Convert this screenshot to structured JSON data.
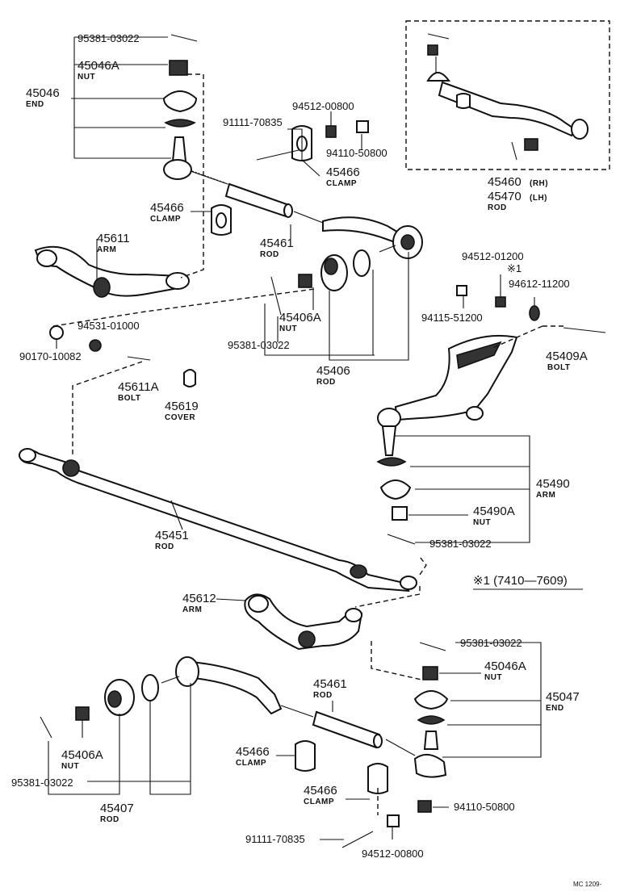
{
  "labels": {
    "l01": {
      "pn": "95381-03022"
    },
    "l02": {
      "pn": "45046A",
      "name": "NUT"
    },
    "l03": {
      "pn": "45046",
      "name": "END"
    },
    "l04": {
      "pn": "94512-00800"
    },
    "l05": {
      "pn": "91111-70835"
    },
    "l06": {
      "pn": "94110-50800"
    },
    "l07": {
      "pn": "45466",
      "name": "CLAMP"
    },
    "l08": {
      "pn": "45466",
      "name": "CLAMP"
    },
    "l09": {
      "pn": "45611",
      "name": "ARM"
    },
    "l10": {
      "pn": "45461",
      "name": "ROD"
    },
    "l11": {
      "pn": "45460",
      "suffix": "(RH)"
    },
    "l12": {
      "pn": "45470",
      "suffix": "(LH)",
      "name": "ROD"
    },
    "l13": {
      "pn": "94512-01200"
    },
    "l14": {
      "pn": "※1"
    },
    "l15": {
      "pn": "94612-11200"
    },
    "l16": {
      "pn": "94115-51200"
    },
    "l17": {
      "pn": "45406A",
      "name": "NUT"
    },
    "l18": {
      "pn": "95381-03022"
    },
    "l19": {
      "pn": "94531-01000"
    },
    "l20": {
      "pn": "90170-10082"
    },
    "l21": {
      "pn": "45406",
      "name": "ROD"
    },
    "l22": {
      "pn": "45409A",
      "name": "BOLT"
    },
    "l23": {
      "pn": "45611A",
      "name": "BOLT"
    },
    "l24": {
      "pn": "45619",
      "name": "COVER"
    },
    "l25": {
      "pn": "45490",
      "name": "ARM"
    },
    "l26": {
      "pn": "45490A",
      "name": "NUT"
    },
    "l27": {
      "pn": "95381-03022"
    },
    "l28": {
      "pn": "45451",
      "name": "ROD"
    },
    "l29": {
      "pn": "※1  (7410—7609)"
    },
    "l30": {
      "pn": "45612",
      "name": "ARM"
    },
    "l31": {
      "pn": "95381-03022"
    },
    "l32": {
      "pn": "45046A",
      "name": "NUT"
    },
    "l33": {
      "pn": "45047",
      "name": "END"
    },
    "l34": {
      "pn": "45461",
      "name": "ROD"
    },
    "l35": {
      "pn": "45406A",
      "name": "NUT"
    },
    "l36": {
      "pn": "45466",
      "name": "CLAMP"
    },
    "l37": {
      "pn": "45466",
      "name": "CLAMP"
    },
    "l38": {
      "pn": "95381-03022"
    },
    "l39": {
      "pn": "45407",
      "name": "ROD"
    },
    "l40": {
      "pn": "94110-50800"
    },
    "l41": {
      "pn": "91111-70835"
    },
    "l42": {
      "pn": "94512-00800"
    },
    "l43": {
      "pn": "MC 1209-"
    }
  }
}
